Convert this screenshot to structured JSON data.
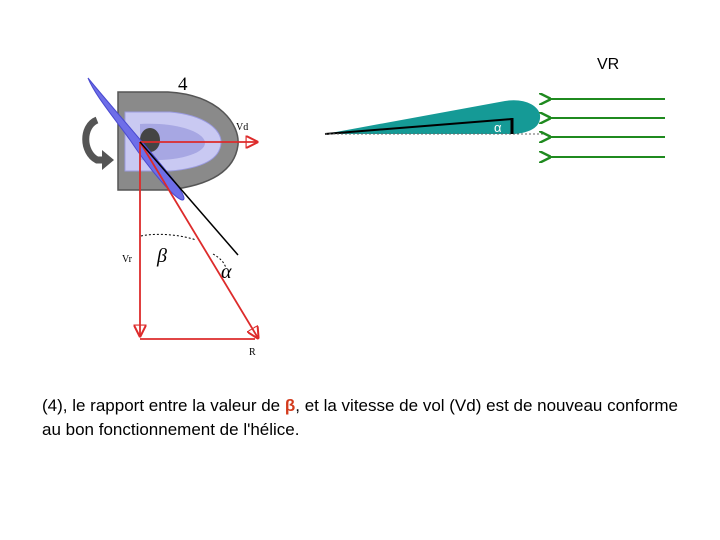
{
  "diagram": {
    "labels": {
      "number": "4",
      "vd": "Vd",
      "vr_left": "Vr",
      "r": "R",
      "beta": "β",
      "alpha": "α",
      "vr_right": "VR",
      "alpha_airfoil": "α"
    }
  },
  "caption": {
    "part1": "(4), le rapport entre la valeur de ",
    "beta": "β",
    "part2": ", et la vitesse de vol (Vd) est de nouveau conforme au bon fonctionnement de l'hélice."
  },
  "colors": {
    "vector_red": "#dd2b2b",
    "airflow_green": "#1f8a1f",
    "airfoil_teal": "#159a96",
    "hub_gray": "#8a8a8a",
    "blade_blue": "#6e6ee8",
    "caption_beta": "#d33a1c"
  }
}
